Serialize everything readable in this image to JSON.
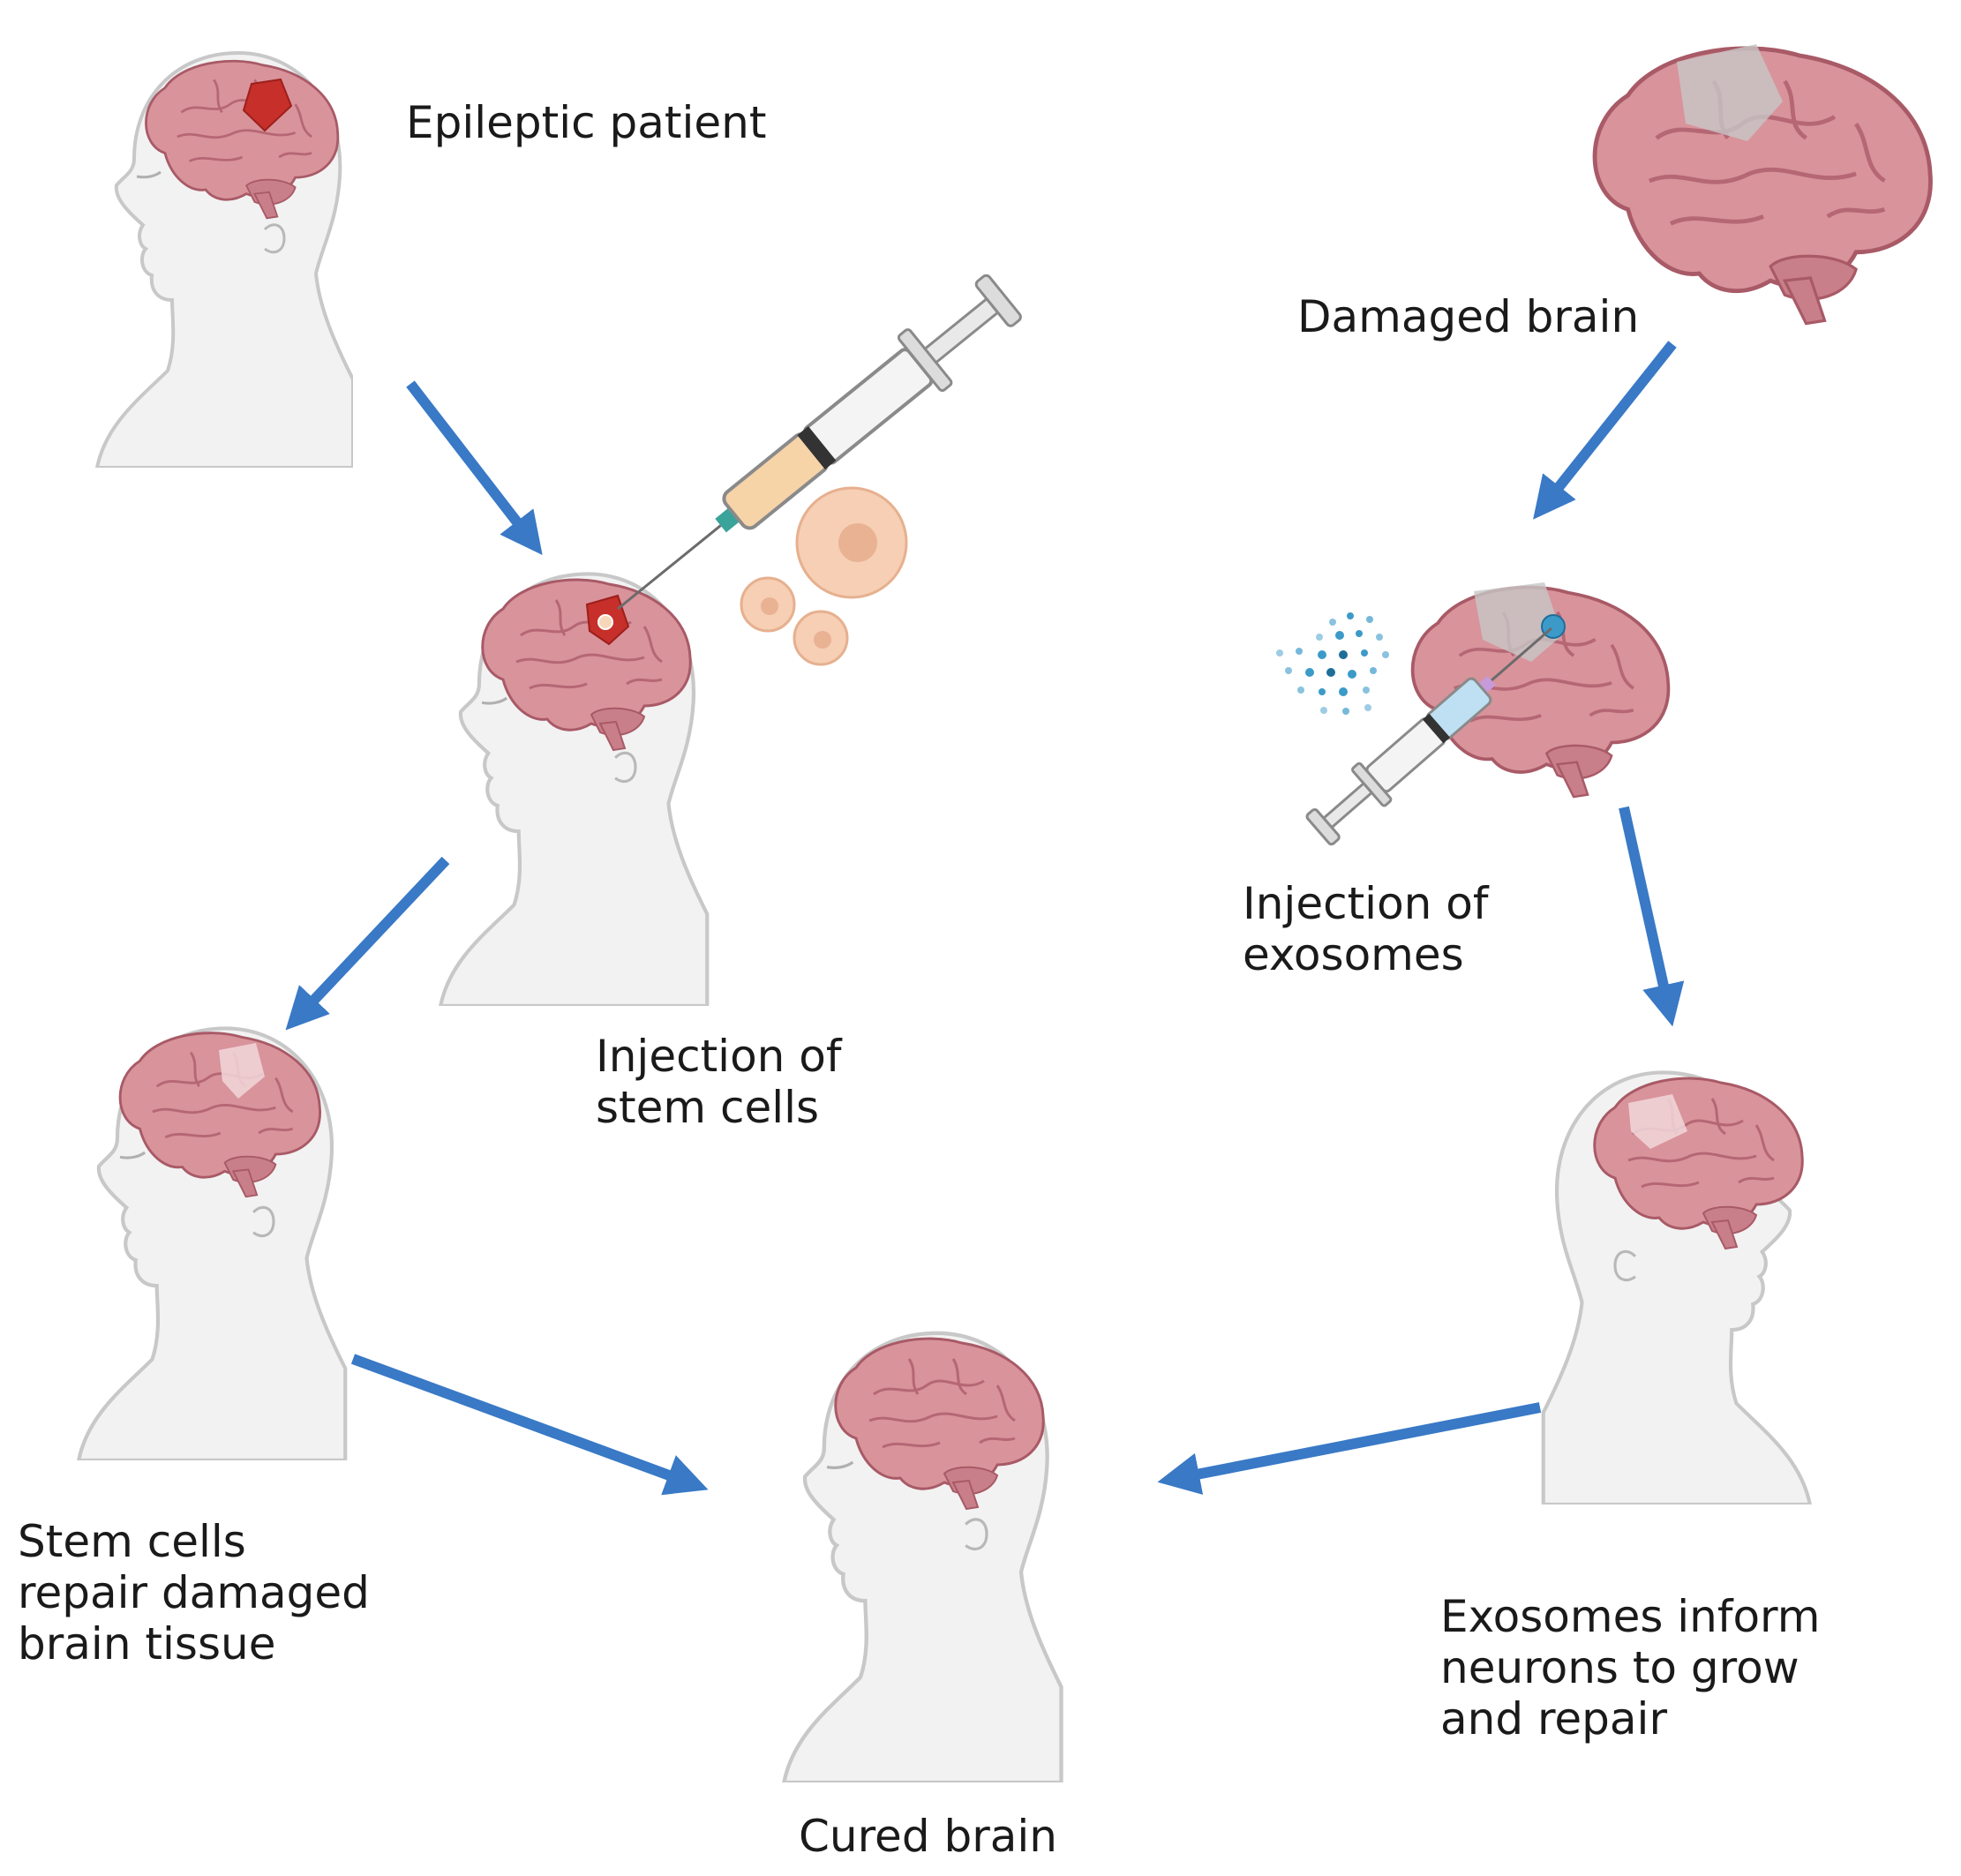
{
  "labels": {
    "epileptic_patient": "Epileptic patient",
    "damaged_brain": "Damaged brain",
    "injection_stem_cells_1": "Injection of",
    "injection_stem_cells_2": "stem cells",
    "injection_exosomes_1": "Injection of",
    "injection_exosomes_2": "exosomes",
    "stem_cells_repair_1": "Stem cells",
    "stem_cells_repair_2": "repair damaged",
    "stem_cells_repair_3": "brain tissue",
    "exosomes_inform_1": "Exosomes inform",
    "exosomes_inform_2": "neurons to grow",
    "exosomes_inform_3": "and repair",
    "cured_brain": "Cured brain"
  },
  "colors": {
    "arrow": "#2f72c4",
    "brain": "#d9939b",
    "brain_dark": "#a85a66",
    "head": "#f2f2f2",
    "head_outline": "#c8c8c8",
    "damage_red": "#c62f2a",
    "damage_gray": "#c7c7c7",
    "stem_cell": "#f6cfb4",
    "syringe_fluid_orange": "#f7d3a8",
    "syringe_fluid_blue": "#bfe0f2",
    "exosome": "#3c9ac9"
  }
}
